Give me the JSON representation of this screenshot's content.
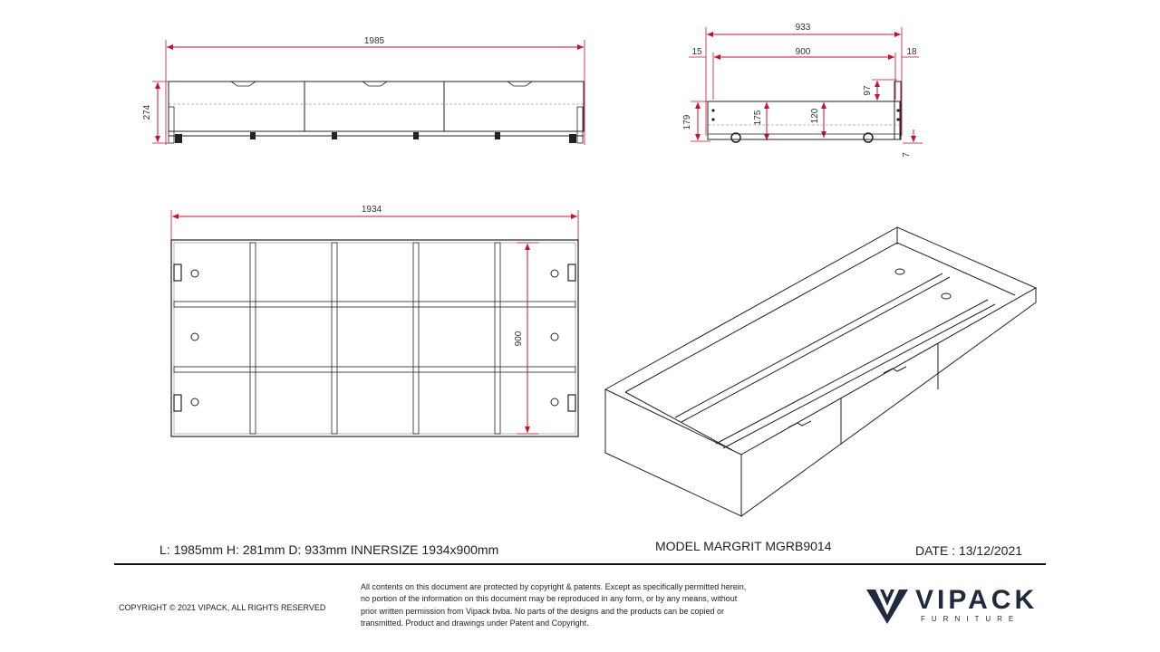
{
  "dimensions": {
    "front_length": "1985",
    "front_height": "274",
    "side_outer": "933",
    "side_inner": "900",
    "side_left_panel": "15",
    "side_right_panel": "18",
    "side_height": "179",
    "side_inner_height": "175",
    "side_slat_height": "120",
    "side_top_gap": "97",
    "side_wheel": "7",
    "plan_length": "1934",
    "plan_width": "900"
  },
  "specs": {
    "size_line": "L: 1985mm H: 281mm D: 933mm INNERSIZE 1934x900mm",
    "model": "MODEL MARGRIT MGRB9014",
    "date": "DATE : 13/12/2021"
  },
  "footer": {
    "copyright": "COPYRIGHT  © 2021 VIPACK, ALL RIGHTS RESERVED",
    "legal_lines": [
      "All contents on this document are protected by copyright & patents. Except as specifically permitted herein,",
      "no portion of the information on this document may be reproduced in any form, or by any means, without",
      "prior written permission from Vipack bvba. No parts of the designs and the products can be copied or",
      "transmitted. Product and drawings under Patent and Copyright."
    ],
    "logo_word": "VIPACK",
    "logo_sub": "FURNITURE"
  },
  "colors": {
    "dimension_line": "#c8102e",
    "drawing_line": "#222222",
    "logo": "#1f2a3f"
  }
}
